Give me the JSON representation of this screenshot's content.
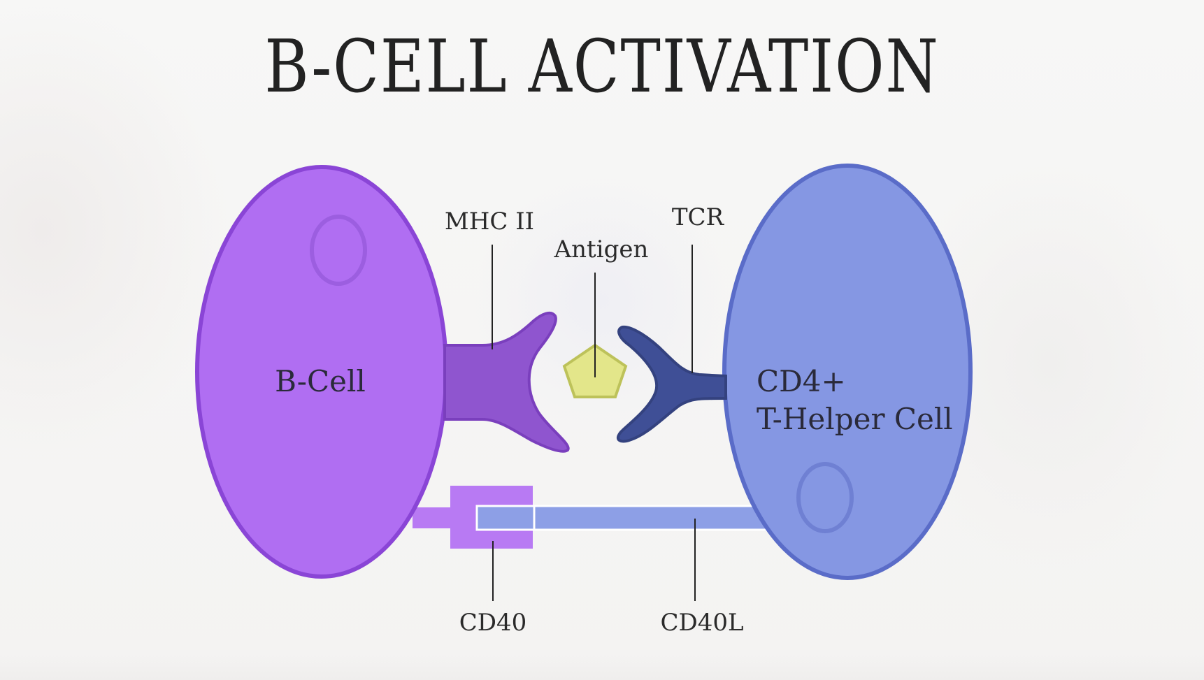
{
  "title": "B-CELL ACTIVATION",
  "labels": {
    "b_cell": "B-Cell",
    "t_cell_line1": "CD4+",
    "t_cell_line2": "T-Helper Cell",
    "mhc": "MHC II",
    "tcr": "TCR",
    "antigen": "Antigen",
    "cd40": "CD40",
    "cd40l": "CD40L"
  },
  "colors": {
    "b_cell_fill": "#b06ef2",
    "b_cell_stroke": "#8a45d6",
    "mhc_fill": "#8f55cf",
    "t_cell_fill": "#8597e3",
    "t_cell_stroke": "#5a6cc8",
    "tcr_fill": "#3f4f96",
    "antigen_fill": "#e3e68a",
    "antigen_stroke": "#bdc25a",
    "cd40_fill": "#b87af3",
    "cd40l_fill": "#8d9fe6"
  }
}
